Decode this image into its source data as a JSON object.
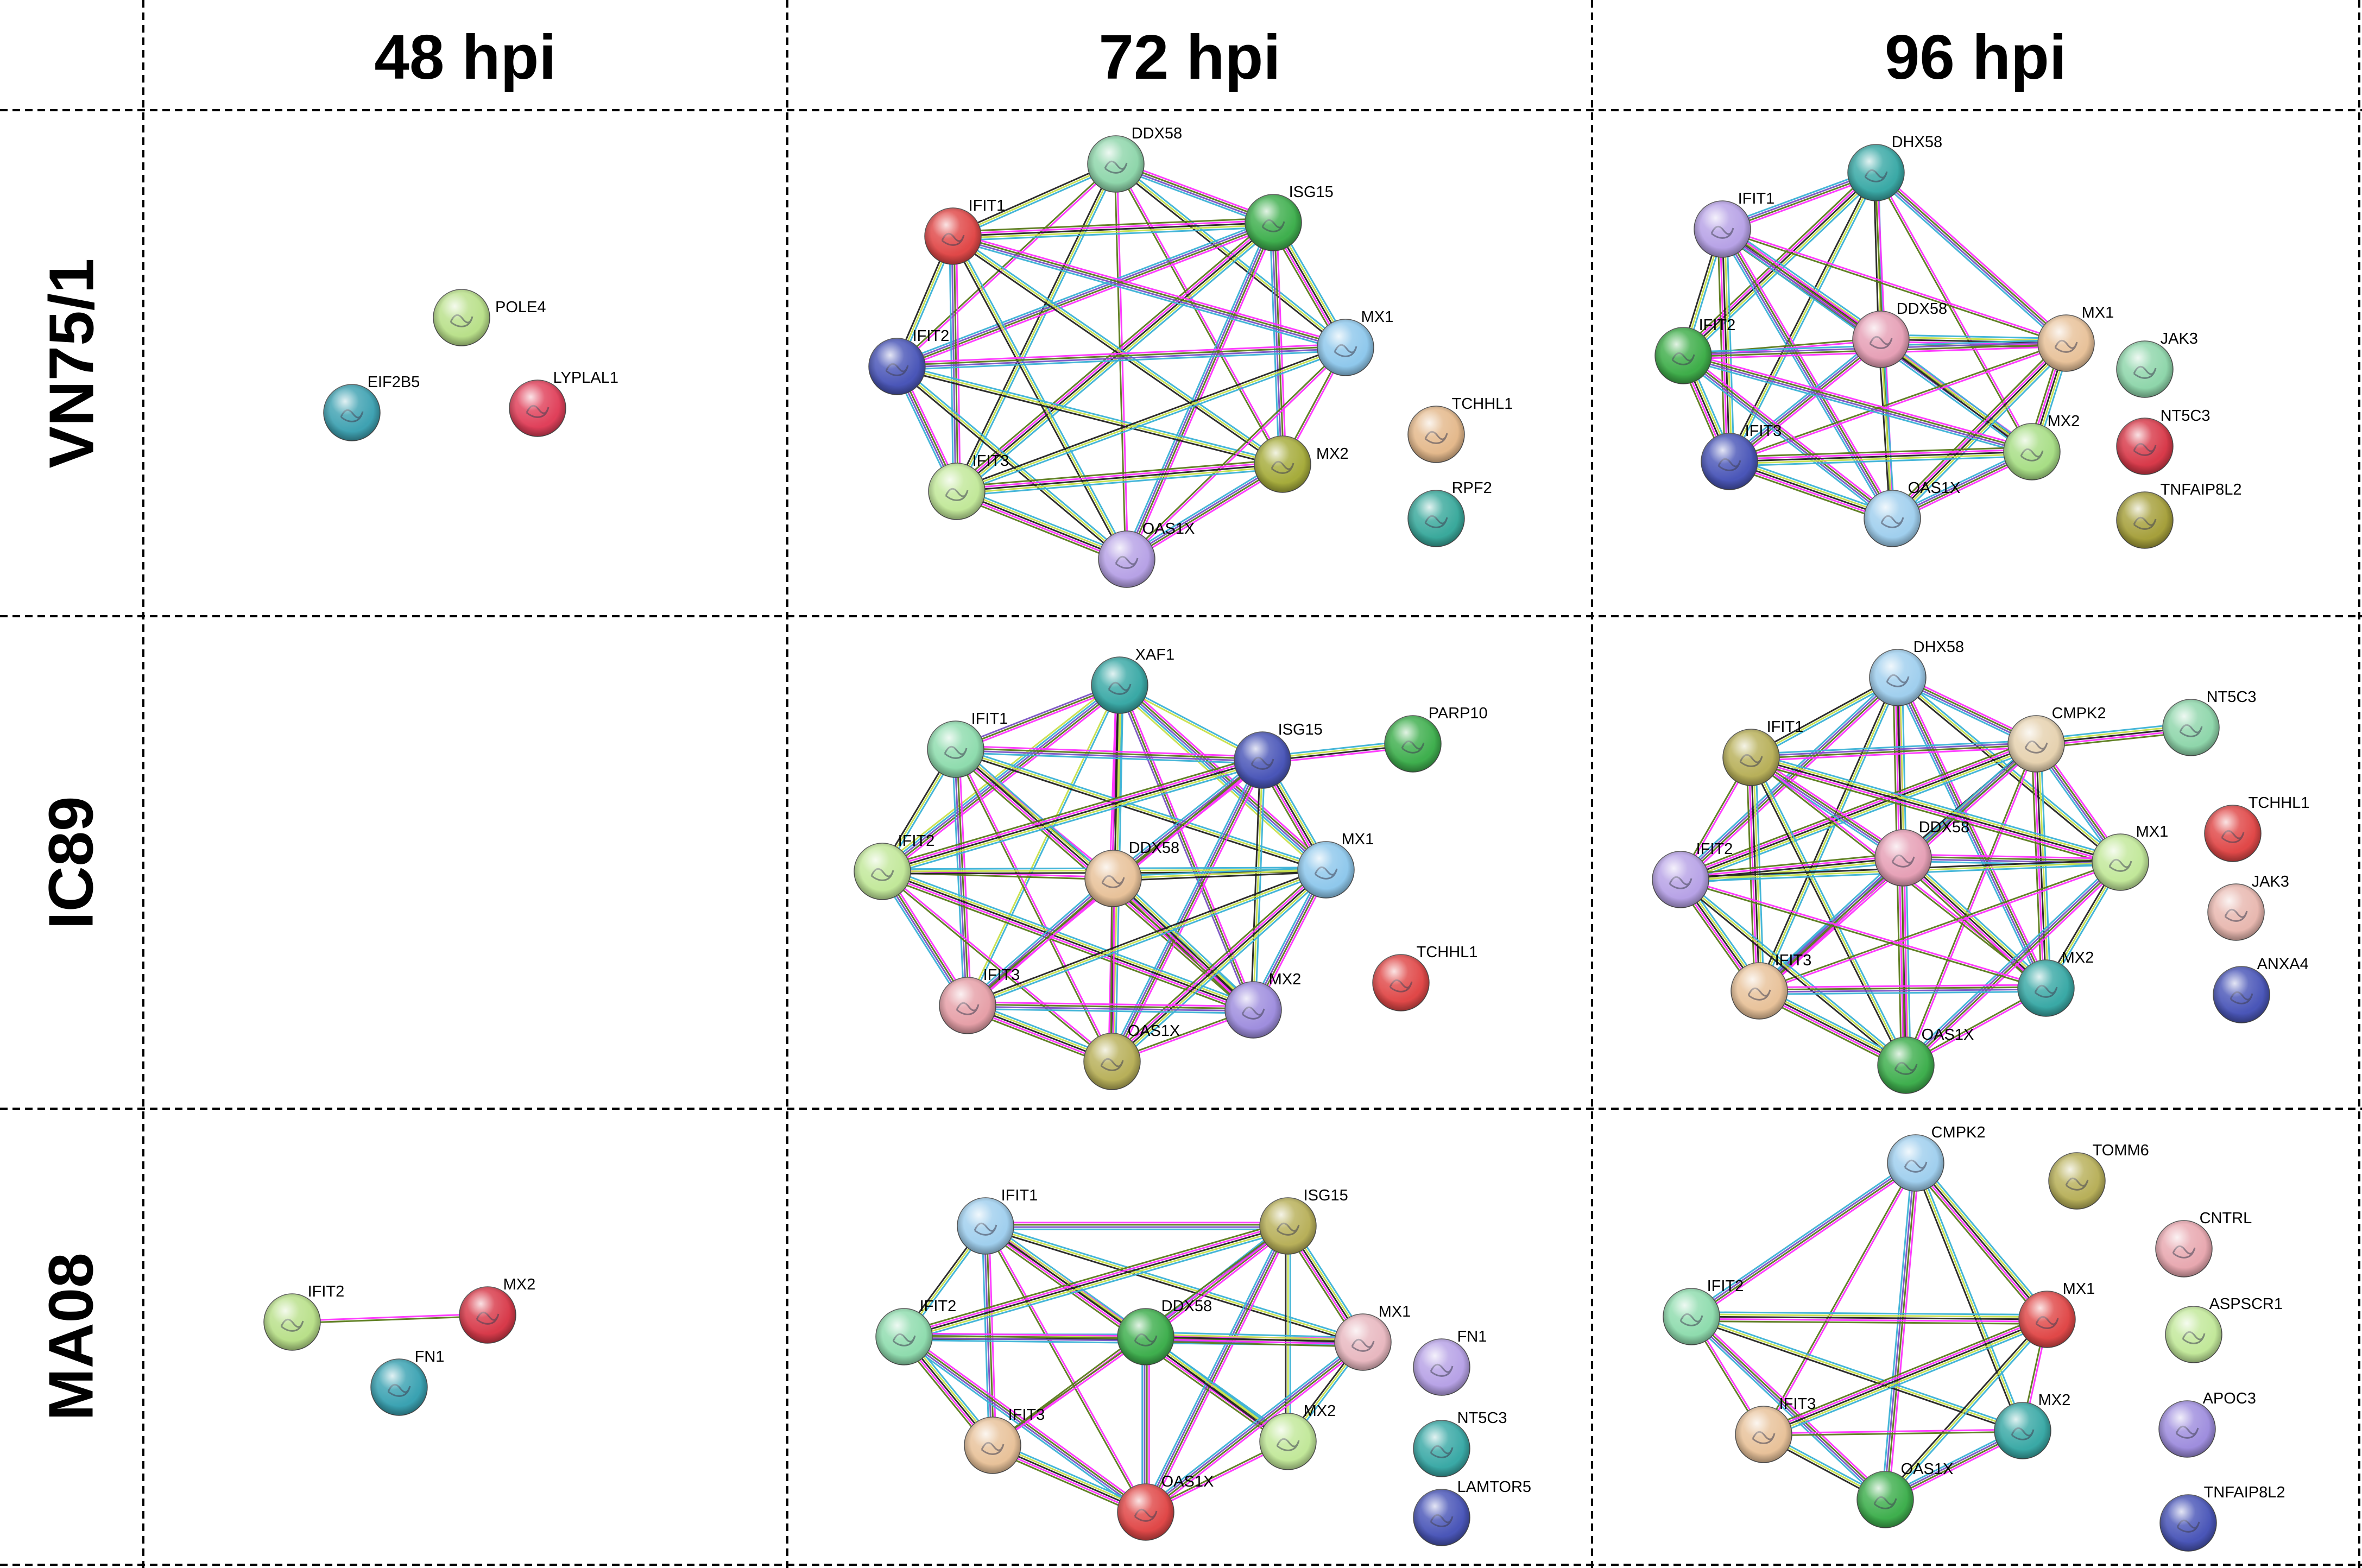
{
  "columns": [
    "48 hpi",
    "72 hpi",
    "96 hpi"
  ],
  "rows": [
    "VN75/1",
    "IC89",
    "MA08"
  ],
  "edge_colors": [
    "#ff33ff",
    "#222222",
    "#c8e04a",
    "#3bb2d6",
    "#7a52c4",
    "#5a7a1a"
  ],
  "panels": [
    {
      "row": 0,
      "col": 0,
      "nodes": [
        {
          "id": "POLE4",
          "label": "POLE4",
          "color": "#b9e08a"
        },
        {
          "id": "EIF2B5",
          "label": "EIF2B5",
          "color": "#3fa2b2"
        },
        {
          "id": "LYPLAL1",
          "label": "LYPLAL1",
          "color": "#e0405a"
        }
      ],
      "edges": []
    },
    {
      "row": 0,
      "col": 1,
      "nodes": [
        {
          "id": "DDX58",
          "label": "DDX58",
          "color": "#8fd6ab"
        },
        {
          "id": "ISG15",
          "label": "ISG15",
          "color": "#3faf4e"
        },
        {
          "id": "IFIT1",
          "label": "IFIT1",
          "color": "#e04848"
        },
        {
          "id": "IFIT2",
          "label": "IFIT2",
          "color": "#4a56b8"
        },
        {
          "id": "MX1",
          "label": "MX1",
          "color": "#8fc8ec"
        },
        {
          "id": "MX2",
          "label": "MX2",
          "color": "#a6ac3c"
        },
        {
          "id": "IFIT3",
          "label": "IFIT3",
          "color": "#c2e89a"
        },
        {
          "id": "OAS1X",
          "label": "OAS1X",
          "color": "#b7a2e6"
        },
        {
          "id": "TCHHL1",
          "label": "TCHHL1",
          "color": "#e4b98c"
        },
        {
          "id": "RPF2",
          "label": "RPF2",
          "color": "#3aa99c"
        }
      ],
      "edges": [
        [
          "DDX58",
          "ISG15"
        ],
        [
          "DDX58",
          "IFIT1"
        ],
        [
          "DDX58",
          "IFIT2"
        ],
        [
          "DDX58",
          "MX1"
        ],
        [
          "DDX58",
          "MX2"
        ],
        [
          "DDX58",
          "IFIT3"
        ],
        [
          "DDX58",
          "OAS1X"
        ],
        [
          "ISG15",
          "IFIT1"
        ],
        [
          "ISG15",
          "IFIT2"
        ],
        [
          "ISG15",
          "MX1"
        ],
        [
          "ISG15",
          "MX2"
        ],
        [
          "ISG15",
          "IFIT3"
        ],
        [
          "ISG15",
          "OAS1X"
        ],
        [
          "IFIT1",
          "IFIT2"
        ],
        [
          "IFIT1",
          "MX1"
        ],
        [
          "IFIT1",
          "MX2"
        ],
        [
          "IFIT1",
          "IFIT3"
        ],
        [
          "IFIT1",
          "OAS1X"
        ],
        [
          "IFIT2",
          "MX1"
        ],
        [
          "IFIT2",
          "MX2"
        ],
        [
          "IFIT2",
          "IFIT3"
        ],
        [
          "IFIT2",
          "OAS1X"
        ],
        [
          "MX1",
          "MX2"
        ],
        [
          "MX1",
          "IFIT3"
        ],
        [
          "MX1",
          "OAS1X"
        ],
        [
          "MX2",
          "IFIT3"
        ],
        [
          "MX2",
          "OAS1X"
        ],
        [
          "IFIT3",
          "OAS1X"
        ]
      ]
    },
    {
      "row": 0,
      "col": 2,
      "nodes": [
        {
          "id": "DHX58",
          "label": "DHX58",
          "color": "#3aa9a6"
        },
        {
          "id": "IFIT1",
          "label": "IFIT1",
          "color": "#b7a2e6"
        },
        {
          "id": "DDX58",
          "label": "DDX58",
          "color": "#e6a0b6"
        },
        {
          "id": "MX1",
          "label": "MX1",
          "color": "#e8c29a"
        },
        {
          "id": "IFIT2",
          "label": "IFIT2",
          "color": "#3fae4a"
        },
        {
          "id": "MX2",
          "label": "MX2",
          "color": "#a8de86"
        },
        {
          "id": "IFIT3",
          "label": "IFIT3",
          "color": "#4a56b8"
        },
        {
          "id": "OAS1X",
          "label": "OAS1X",
          "color": "#a0cfee"
        },
        {
          "id": "JAK3",
          "label": "JAK3",
          "color": "#8fd6ab"
        },
        {
          "id": "NT5C3",
          "label": "NT5C3",
          "color": "#d83a4a"
        },
        {
          "id": "TNFAIP8L2",
          "label": "TNFAIP8L2",
          "color": "#a6a03c"
        }
      ],
      "edges": [
        [
          "DHX58",
          "IFIT1"
        ],
        [
          "DHX58",
          "DDX58"
        ],
        [
          "DHX58",
          "MX1"
        ],
        [
          "DHX58",
          "IFIT2"
        ],
        [
          "DHX58",
          "MX2"
        ],
        [
          "DHX58",
          "IFIT3"
        ],
        [
          "DHX58",
          "OAS1X"
        ],
        [
          "IFIT1",
          "DDX58"
        ],
        [
          "IFIT1",
          "MX1"
        ],
        [
          "IFIT1",
          "IFIT2"
        ],
        [
          "IFIT1",
          "MX2"
        ],
        [
          "IFIT1",
          "IFIT3"
        ],
        [
          "IFIT1",
          "OAS1X"
        ],
        [
          "DDX58",
          "MX1"
        ],
        [
          "DDX58",
          "IFIT2"
        ],
        [
          "DDX58",
          "MX2"
        ],
        [
          "DDX58",
          "IFIT3"
        ],
        [
          "DDX58",
          "OAS1X"
        ],
        [
          "MX1",
          "IFIT2"
        ],
        [
          "MX1",
          "MX2"
        ],
        [
          "MX1",
          "IFIT3"
        ],
        [
          "MX1",
          "OAS1X"
        ],
        [
          "IFIT2",
          "MX2"
        ],
        [
          "IFIT2",
          "IFIT3"
        ],
        [
          "IFIT2",
          "OAS1X"
        ],
        [
          "MX2",
          "IFIT3"
        ],
        [
          "MX2",
          "OAS1X"
        ],
        [
          "IFIT3",
          "OAS1X"
        ]
      ]
    },
    {
      "row": 1,
      "col": 0,
      "nodes": [],
      "edges": []
    },
    {
      "row": 1,
      "col": 1,
      "nodes": [
        {
          "id": "XAF1",
          "label": "XAF1",
          "color": "#3aa9a6"
        },
        {
          "id": "IFIT1",
          "label": "IFIT1",
          "color": "#8fdcae"
        },
        {
          "id": "ISG15",
          "label": "ISG15",
          "color": "#4a56b8"
        },
        {
          "id": "PARP10",
          "label": "PARP10",
          "color": "#3faf4e"
        },
        {
          "id": "IFIT2",
          "label": "IFIT2",
          "color": "#c2e89a"
        },
        {
          "id": "DDX58",
          "label": "DDX58",
          "color": "#e8c29a"
        },
        {
          "id": "MX1",
          "label": "MX1",
          "color": "#8fc8ec"
        },
        {
          "id": "IFIT3",
          "label": "IFIT3",
          "color": "#e6a0a8"
        },
        {
          "id": "MX2",
          "label": "MX2",
          "color": "#9f8ede"
        },
        {
          "id": "OAS1X",
          "label": "OAS1X",
          "color": "#b8b05a"
        },
        {
          "id": "TCHHL1",
          "label": "TCHHL1",
          "color": "#e04848"
        }
      ],
      "edges": [
        [
          "XAF1",
          "IFIT1"
        ],
        [
          "XAF1",
          "ISG15"
        ],
        [
          "XAF1",
          "IFIT2"
        ],
        [
          "XAF1",
          "DDX58"
        ],
        [
          "XAF1",
          "MX1"
        ],
        [
          "XAF1",
          "IFIT3"
        ],
        [
          "XAF1",
          "MX2"
        ],
        [
          "XAF1",
          "OAS1X"
        ],
        [
          "IFIT1",
          "ISG15"
        ],
        [
          "IFIT1",
          "IFIT2"
        ],
        [
          "IFIT1",
          "DDX58"
        ],
        [
          "IFIT1",
          "MX1"
        ],
        [
          "IFIT1",
          "IFIT3"
        ],
        [
          "IFIT1",
          "MX2"
        ],
        [
          "IFIT1",
          "OAS1X"
        ],
        [
          "ISG15",
          "IFIT2"
        ],
        [
          "ISG15",
          "DDX58"
        ],
        [
          "ISG15",
          "MX1"
        ],
        [
          "ISG15",
          "IFIT3"
        ],
        [
          "ISG15",
          "MX2"
        ],
        [
          "ISG15",
          "OAS1X"
        ],
        [
          "ISG15",
          "PARP10"
        ],
        [
          "IFIT2",
          "DDX58"
        ],
        [
          "IFIT2",
          "MX1"
        ],
        [
          "IFIT2",
          "IFIT3"
        ],
        [
          "IFIT2",
          "MX2"
        ],
        [
          "IFIT2",
          "OAS1X"
        ],
        [
          "DDX58",
          "MX1"
        ],
        [
          "DDX58",
          "IFIT3"
        ],
        [
          "DDX58",
          "MX2"
        ],
        [
          "DDX58",
          "OAS1X"
        ],
        [
          "MX1",
          "IFIT3"
        ],
        [
          "MX1",
          "MX2"
        ],
        [
          "MX1",
          "OAS1X"
        ],
        [
          "IFIT3",
          "MX2"
        ],
        [
          "IFIT3",
          "OAS1X"
        ],
        [
          "MX2",
          "OAS1X"
        ]
      ]
    },
    {
      "row": 1,
      "col": 2,
      "nodes": [
        {
          "id": "DHX58",
          "label": "DHX58",
          "color": "#a0cfee"
        },
        {
          "id": "CMPK2",
          "label": "CMPK2",
          "color": "#e6d2b0"
        },
        {
          "id": "NT5C3",
          "label": "NT5C3",
          "color": "#8fd6ab"
        },
        {
          "id": "IFIT1",
          "label": "IFIT1",
          "color": "#b8b05a"
        },
        {
          "id": "DDX58",
          "label": "DDX58",
          "color": "#e6a0b6"
        },
        {
          "id": "MX1",
          "label": "MX1",
          "color": "#c2e89a"
        },
        {
          "id": "IFIT2",
          "label": "IFIT2",
          "color": "#b7a2e6"
        },
        {
          "id": "IFIT3",
          "label": "IFIT3",
          "color": "#e8c29a"
        },
        {
          "id": "MX2",
          "label": "MX2",
          "color": "#3aa9a6"
        },
        {
          "id": "OAS1X",
          "label": "OAS1X",
          "color": "#3faf4e"
        },
        {
          "id": "TCHHL1",
          "label": "TCHHL1",
          "color": "#e04848"
        },
        {
          "id": "JAK3",
          "label": "JAK3",
          "color": "#e8b8b0"
        },
        {
          "id": "ANXA4",
          "label": "ANXA4",
          "color": "#4a56b8"
        }
      ],
      "edges": [
        [
          "DHX58",
          "CMPK2"
        ],
        [
          "DHX58",
          "IFIT1"
        ],
        [
          "DHX58",
          "DDX58"
        ],
        [
          "DHX58",
          "MX1"
        ],
        [
          "DHX58",
          "IFIT2"
        ],
        [
          "DHX58",
          "IFIT3"
        ],
        [
          "DHX58",
          "MX2"
        ],
        [
          "DHX58",
          "OAS1X"
        ],
        [
          "CMPK2",
          "IFIT1"
        ],
        [
          "CMPK2",
          "DDX58"
        ],
        [
          "CMPK2",
          "MX1"
        ],
        [
          "CMPK2",
          "IFIT2"
        ],
        [
          "CMPK2",
          "IFIT3"
        ],
        [
          "CMPK2",
          "MX2"
        ],
        [
          "CMPK2",
          "OAS1X"
        ],
        [
          "CMPK2",
          "NT5C3"
        ],
        [
          "IFIT1",
          "DDX58"
        ],
        [
          "IFIT1",
          "MX1"
        ],
        [
          "IFIT1",
          "IFIT2"
        ],
        [
          "IFIT1",
          "IFIT3"
        ],
        [
          "IFIT1",
          "MX2"
        ],
        [
          "IFIT1",
          "OAS1X"
        ],
        [
          "DDX58",
          "MX1"
        ],
        [
          "DDX58",
          "IFIT2"
        ],
        [
          "DDX58",
          "IFIT3"
        ],
        [
          "DDX58",
          "MX2"
        ],
        [
          "DDX58",
          "OAS1X"
        ],
        [
          "MX1",
          "IFIT2"
        ],
        [
          "MX1",
          "IFIT3"
        ],
        [
          "MX1",
          "MX2"
        ],
        [
          "MX1",
          "OAS1X"
        ],
        [
          "IFIT2",
          "IFIT3"
        ],
        [
          "IFIT2",
          "MX2"
        ],
        [
          "IFIT2",
          "OAS1X"
        ],
        [
          "IFIT3",
          "MX2"
        ],
        [
          "IFIT3",
          "OAS1X"
        ],
        [
          "MX2",
          "OAS1X"
        ]
      ]
    },
    {
      "row": 2,
      "col": 0,
      "nodes": [
        {
          "id": "IFIT2",
          "label": "IFIT2",
          "color": "#b9e08a"
        },
        {
          "id": "MX2",
          "label": "MX2",
          "color": "#d83a4a"
        },
        {
          "id": "FN1",
          "label": "FN1",
          "color": "#3aa2b2"
        }
      ],
      "edges": [
        [
          "IFIT2",
          "MX2"
        ]
      ]
    },
    {
      "row": 2,
      "col": 1,
      "nodes": [
        {
          "id": "IFIT1",
          "label": "IFIT1",
          "color": "#a0cfee"
        },
        {
          "id": "ISG15",
          "label": "ISG15",
          "color": "#b8b05a"
        },
        {
          "id": "IFIT2",
          "label": "IFIT2",
          "color": "#8fdcae"
        },
        {
          "id": "DDX58",
          "label": "DDX58",
          "color": "#3faf4e"
        },
        {
          "id": "MX1",
          "label": "MX1",
          "color": "#e8b8c0"
        },
        {
          "id": "IFIT3",
          "label": "IFIT3",
          "color": "#e8c29a"
        },
        {
          "id": "MX2",
          "label": "MX2",
          "color": "#c2e89a"
        },
        {
          "id": "OAS1X",
          "label": "OAS1X",
          "color": "#e04848"
        },
        {
          "id": "FN1",
          "label": "FN1",
          "color": "#b7a2e6"
        },
        {
          "id": "NT5C3",
          "label": "NT5C3",
          "color": "#3aa9a6"
        },
        {
          "id": "LAMTOR5",
          "label": "LAMTOR5",
          "color": "#4a56b8"
        }
      ],
      "edges": [
        [
          "IFIT1",
          "ISG15"
        ],
        [
          "IFIT1",
          "IFIT2"
        ],
        [
          "IFIT1",
          "DDX58"
        ],
        [
          "IFIT1",
          "MX1"
        ],
        [
          "IFIT1",
          "IFIT3"
        ],
        [
          "IFIT1",
          "MX2"
        ],
        [
          "IFIT1",
          "OAS1X"
        ],
        [
          "ISG15",
          "IFIT2"
        ],
        [
          "ISG15",
          "DDX58"
        ],
        [
          "ISG15",
          "MX1"
        ],
        [
          "ISG15",
          "IFIT3"
        ],
        [
          "ISG15",
          "MX2"
        ],
        [
          "ISG15",
          "OAS1X"
        ],
        [
          "IFIT2",
          "DDX58"
        ],
        [
          "IFIT2",
          "MX1"
        ],
        [
          "IFIT2",
          "IFIT3"
        ],
        [
          "IFIT2",
          "OAS1X"
        ],
        [
          "DDX58",
          "MX1"
        ],
        [
          "DDX58",
          "IFIT3"
        ],
        [
          "DDX58",
          "MX2"
        ],
        [
          "DDX58",
          "OAS1X"
        ],
        [
          "MX1",
          "MX2"
        ],
        [
          "MX1",
          "OAS1X"
        ],
        [
          "IFIT3",
          "OAS1X"
        ],
        [
          "MX2",
          "OAS1X"
        ]
      ]
    },
    {
      "row": 2,
      "col": 2,
      "nodes": [
        {
          "id": "CMPK2",
          "label": "CMPK2",
          "color": "#a0cfee"
        },
        {
          "id": "TOMM6",
          "label": "TOMM6",
          "color": "#b8b05a"
        },
        {
          "id": "CNTRL",
          "label": "CNTRL",
          "color": "#e8a8b0"
        },
        {
          "id": "IFIT2",
          "label": "IFIT2",
          "color": "#8fdcae"
        },
        {
          "id": "MX1",
          "label": "MX1",
          "color": "#e04848"
        },
        {
          "id": "ASPSCR1",
          "label": "ASPSCR1",
          "color": "#c2e89a"
        },
        {
          "id": "IFIT3",
          "label": "IFIT3",
          "color": "#e8c29a"
        },
        {
          "id": "MX2",
          "label": "MX2",
          "color": "#3aa9a6"
        },
        {
          "id": "APOC3",
          "label": "APOC3",
          "color": "#9f8ede"
        },
        {
          "id": "OAS1X",
          "label": "OAS1X",
          "color": "#3faf4e"
        },
        {
          "id": "TNFAIP8L2",
          "label": "TNFAIP8L2",
          "color": "#4a56b8"
        }
      ],
      "edges": [
        [
          "CMPK2",
          "IFIT2"
        ],
        [
          "CMPK2",
          "MX1"
        ],
        [
          "CMPK2",
          "IFIT3"
        ],
        [
          "CMPK2",
          "MX2"
        ],
        [
          "CMPK2",
          "OAS1X"
        ],
        [
          "IFIT2",
          "MX1"
        ],
        [
          "IFIT2",
          "IFIT3"
        ],
        [
          "IFIT2",
          "MX2"
        ],
        [
          "IFIT2",
          "OAS1X"
        ],
        [
          "MX1",
          "IFIT3"
        ],
        [
          "MX1",
          "MX2"
        ],
        [
          "MX1",
          "OAS1X"
        ],
        [
          "IFIT3",
          "MX2"
        ],
        [
          "IFIT3",
          "OAS1X"
        ],
        [
          "MX2",
          "OAS1X"
        ]
      ]
    }
  ]
}
